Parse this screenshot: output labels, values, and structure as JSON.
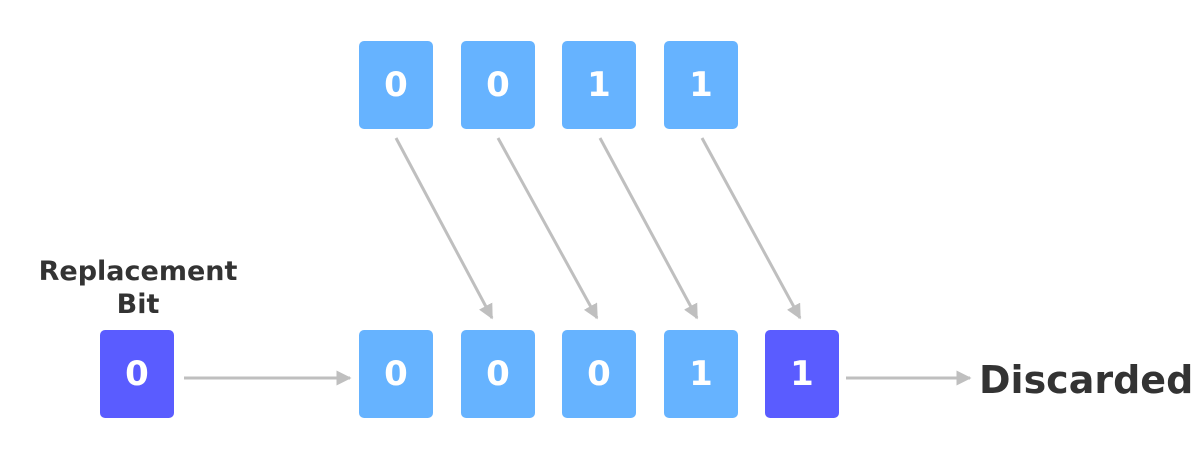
{
  "top_register": {
    "bits": [
      "0",
      "0",
      "1",
      "1"
    ]
  },
  "bottom_register": {
    "bits": [
      "0",
      "0",
      "0",
      "1",
      "1"
    ]
  },
  "replacement": {
    "label_line1": "Replacement",
    "label_line2": "Bit",
    "value": "0"
  },
  "discarded_label": "Discarded",
  "colors": {
    "bit_box": "#66b3ff",
    "highlight_box": "#5a5cff",
    "arrow": "#bfbfbf",
    "label_text": "#333333"
  }
}
